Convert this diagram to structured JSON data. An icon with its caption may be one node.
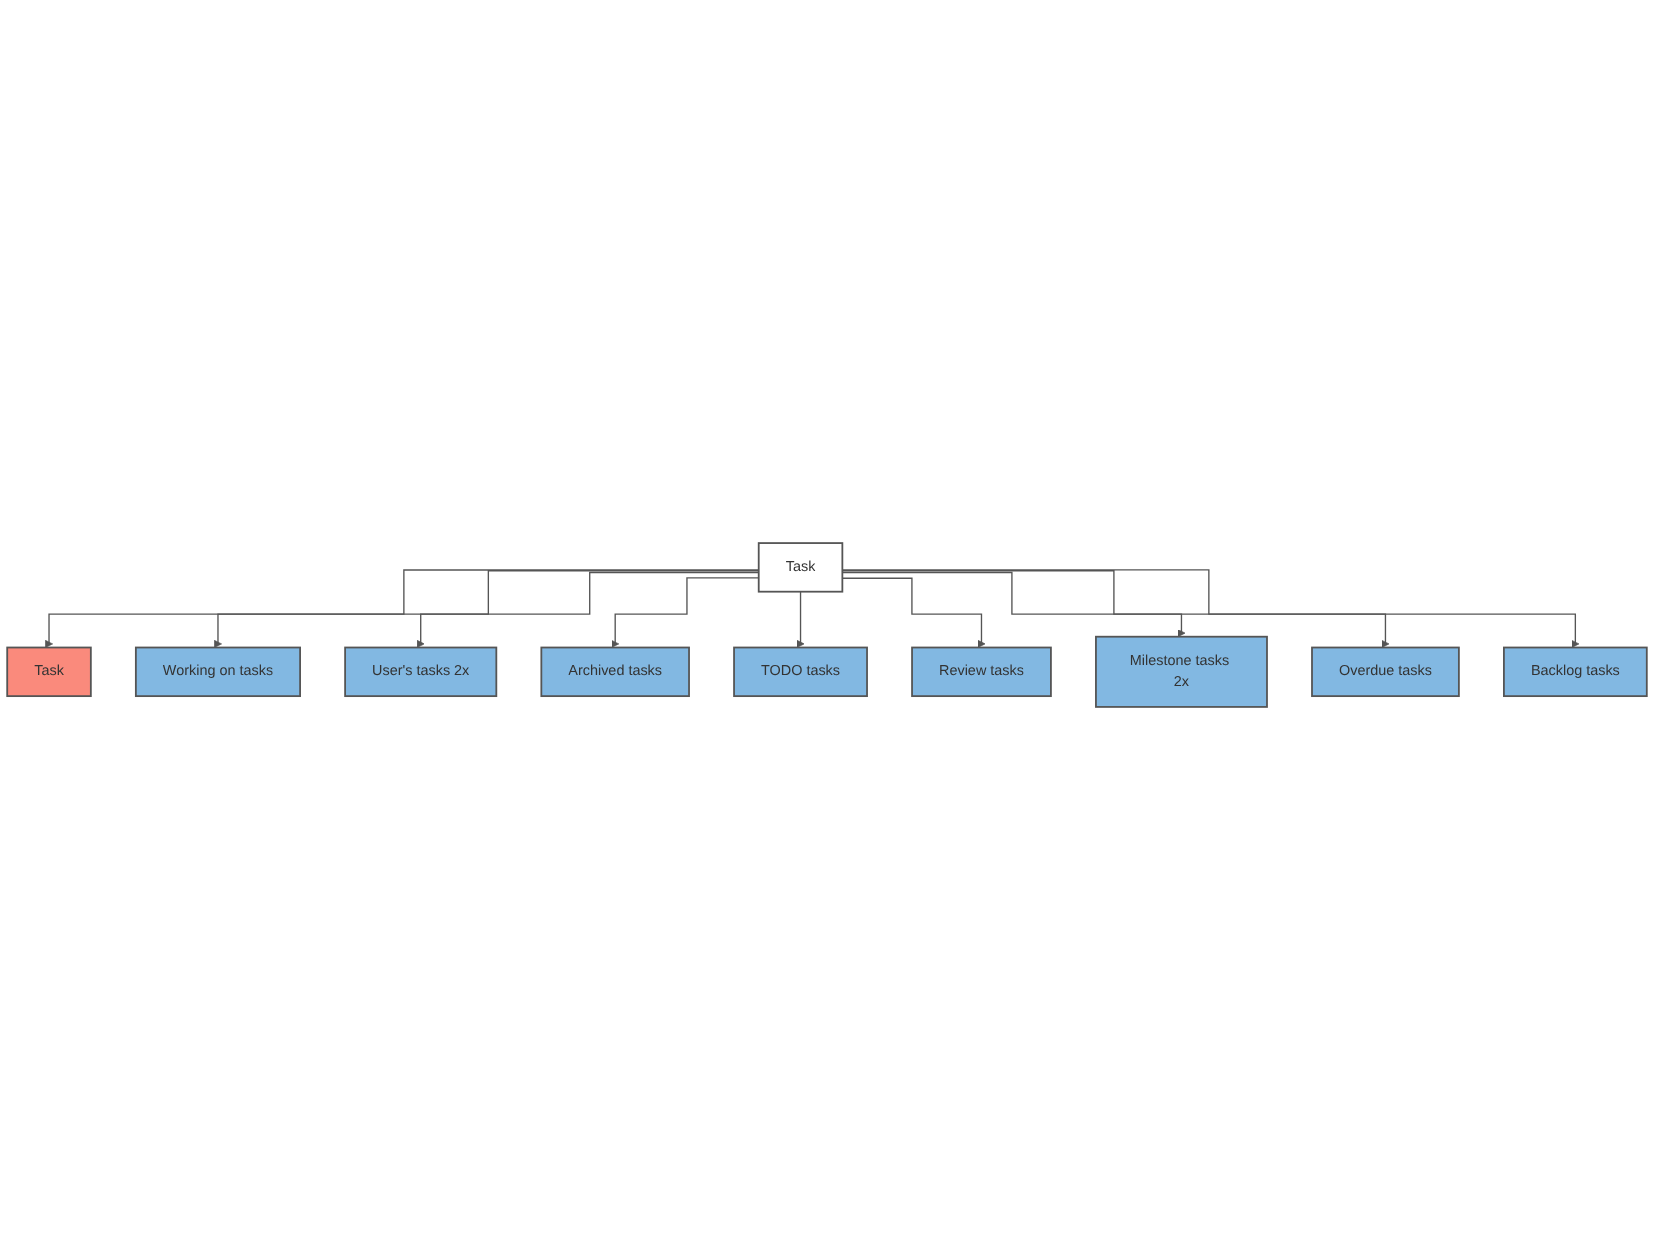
{
  "diagram": {
    "nodes": [
      {
        "text": [
          "Task"
        ]
      },
      {
        "text": [
          "Working on tasks"
        ]
      },
      {
        "text": [
          "Task"
        ]
      },
      {
        "text": [
          "User's tasks 2x"
        ]
      },
      {
        "text": [
          "Archived tasks"
        ]
      },
      {
        "text": [
          "TODO tasks"
        ]
      },
      {
        "text": [
          "Review tasks"
        ]
      },
      {
        "text": [
          "Milestone tasks 2x"
        ]
      },
      {
        "text": [
          "Overdue tasks"
        ]
      },
      {
        "text": [
          "Backlog tasks"
        ]
      }
    ],
    "edges": [
      {
        "from": 2,
        "to": 0,
        "arrow": "to"
      },
      {
        "from": 2,
        "to": 1,
        "arrow": "to"
      },
      {
        "from": 2,
        "to": 3,
        "arrow": "to"
      },
      {
        "from": 2,
        "to": 4,
        "arrow": "to"
      },
      {
        "from": 2,
        "to": 5,
        "arrow": "to"
      },
      {
        "from": 2,
        "to": 6,
        "arrow": "to"
      },
      {
        "from": 2,
        "to": 7,
        "arrow": "to"
      },
      {
        "from": 2,
        "to": 8,
        "arrow": "to"
      },
      {
        "from": 2,
        "to": 9,
        "arrow": "to"
      }
    ]
  }
}
